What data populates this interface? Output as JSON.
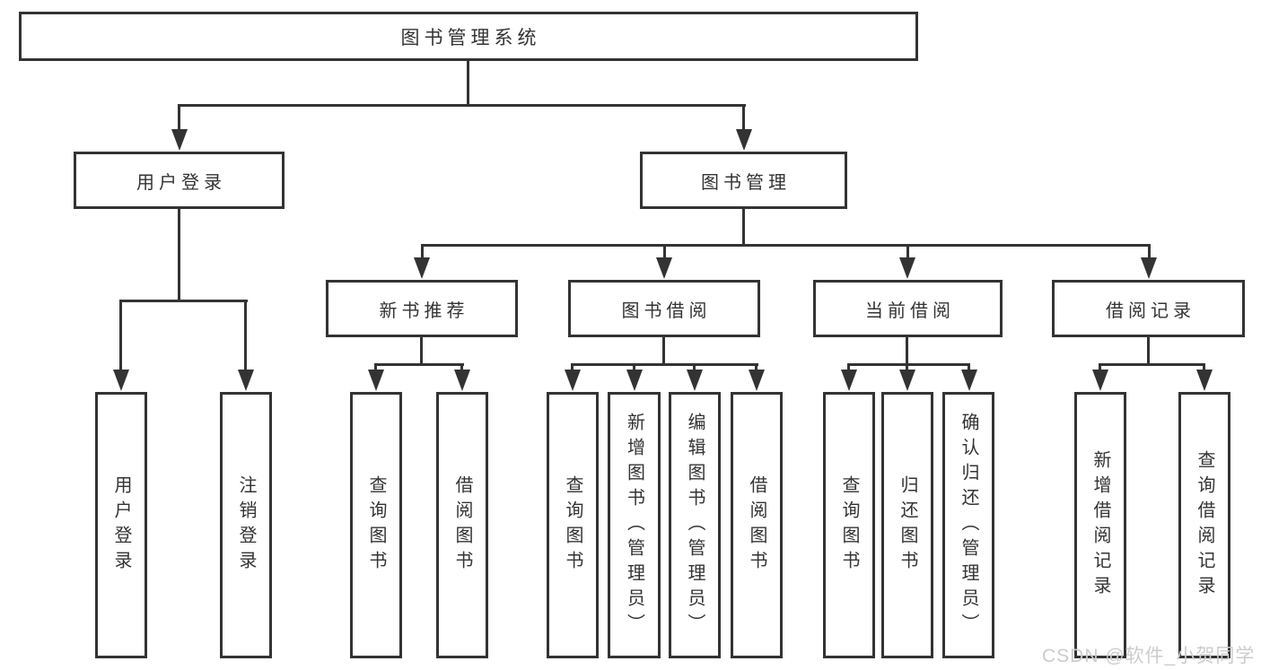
{
  "diagram": {
    "root": {
      "label": "图书管理系统"
    },
    "level2": [
      {
        "label": "用户登录"
      },
      {
        "label": "图书管理"
      }
    ],
    "level3": [
      {
        "label": "新书推荐"
      },
      {
        "label": "图书借阅"
      },
      {
        "label": "当前借阅"
      },
      {
        "label": "借阅记录"
      }
    ],
    "leaves": [
      {
        "label": "用户登录"
      },
      {
        "label": "注销登录"
      },
      {
        "label": "查询图书"
      },
      {
        "label": "借阅图书"
      },
      {
        "label": "查询图书"
      },
      {
        "label": "新增图书（管理员）"
      },
      {
        "label": "编辑图书（管理员）"
      },
      {
        "label": "借阅图书"
      },
      {
        "label": "查询图书"
      },
      {
        "label": "归还图书"
      },
      {
        "label": "确认归还（管理员）"
      },
      {
        "label": "新增借阅记录"
      },
      {
        "label": "查询借阅记录"
      }
    ]
  },
  "watermark": {
    "text": "CSDN @软件_小贺同学",
    "color": "#cccccc"
  },
  "colors": {
    "line": "#333333",
    "text": "#333333",
    "background": "#ffffff"
  }
}
